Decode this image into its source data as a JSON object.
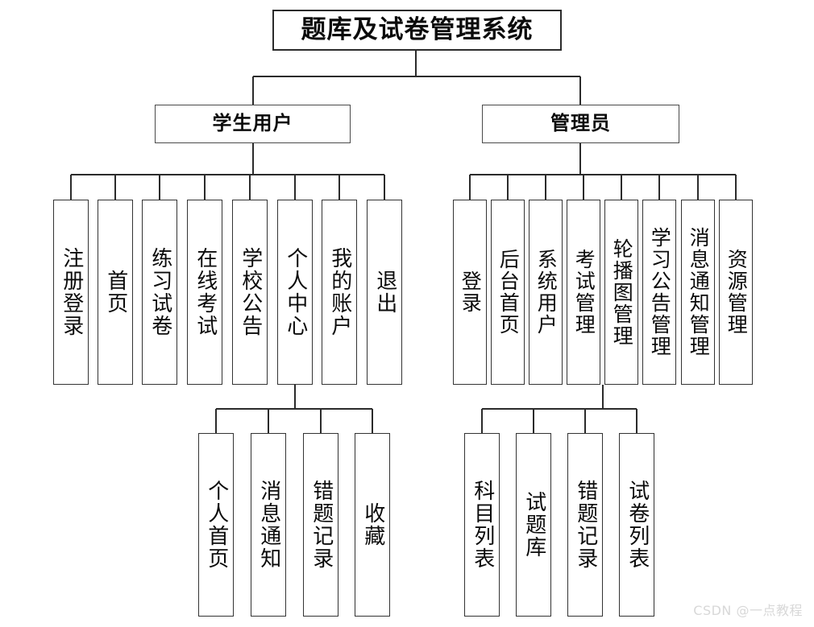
{
  "diagram": {
    "type": "tree",
    "title": "题库及试卷管理系统",
    "watermark": "CSDN @一点教程",
    "colors": {
      "background": "#ffffff",
      "box_border": "#333333",
      "text": "#0b0b0b",
      "connector": "#2b2b2b",
      "watermark": "#d8d8d8"
    },
    "root": {
      "label": "题库及试卷管理系统"
    },
    "branches": [
      {
        "label": "学生用户",
        "children": [
          {
            "label": "注册登录"
          },
          {
            "label": "首页"
          },
          {
            "label": "练习试卷"
          },
          {
            "label": "在线考试"
          },
          {
            "label": "学校公告"
          },
          {
            "label": "个人中心",
            "children": [
              {
                "label": "个人首页"
              },
              {
                "label": "消息通知"
              },
              {
                "label": "错题记录"
              },
              {
                "label": "收藏"
              }
            ]
          },
          {
            "label": "我的账户"
          },
          {
            "label": "退出"
          }
        ]
      },
      {
        "label": "管理员",
        "children": [
          {
            "label": "登录"
          },
          {
            "label": "后台首页"
          },
          {
            "label": "系统用户"
          },
          {
            "label": "考试管理",
            "children": [
              {
                "label": "科目列表"
              },
              {
                "label": "试题库"
              },
              {
                "label": "错题记录"
              },
              {
                "label": "试卷列表"
              }
            ]
          },
          {
            "label": "轮播图管理"
          },
          {
            "label": "学习公告管理"
          },
          {
            "label": "消息通知管理"
          },
          {
            "label": "资源管理"
          }
        ]
      }
    ]
  }
}
